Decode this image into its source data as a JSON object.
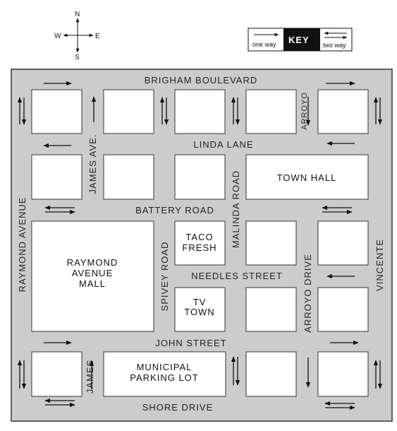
{
  "compass": {
    "north": "N",
    "south": "S",
    "east": "E",
    "west": "W"
  },
  "key": {
    "title": "KEY",
    "one_way": "one way",
    "two_way": "two way"
  },
  "streets": {
    "brigham": "BRIGHAM BOULEVARD",
    "linda": "LINDA LANE",
    "battery": "BATTERY ROAD",
    "needles": "NEEDLES STREET",
    "john": "JOHN STREET",
    "shore": "SHORE DRIVE",
    "raymond": "RAYMOND AVENUE",
    "james_upper": "JAMES AVE.",
    "james_lower": "JAMES",
    "spivey": "SPIVEY ROAD",
    "malinda": "MALINDA ROAD",
    "arroyo_upper": "ARROYO",
    "arroyo_drive": "ARROYO DRIVE",
    "vincente": "VINCENTE"
  },
  "buildings": {
    "town_hall": "TOWN HALL",
    "taco_l1": "TACO",
    "taco_l2": "FRESH",
    "mall_l1": "RAYMOND",
    "mall_l2": "AVENUE",
    "mall_l3": "MALL",
    "tv_l1": "TV",
    "tv_l2": "TOWN",
    "parking_l1": "MUNICIPAL",
    "parking_l2": "PARKING LOT"
  }
}
